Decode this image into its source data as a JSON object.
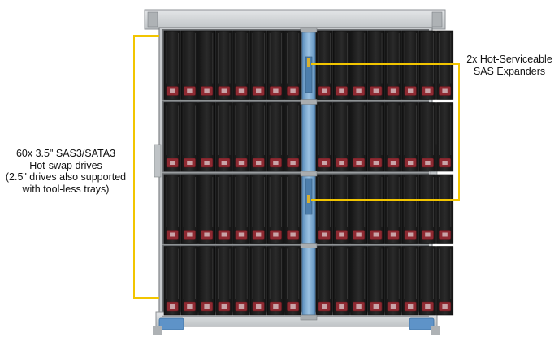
{
  "callouts": {
    "drives": {
      "lines": [
        "60x 3.5\" SAS3/SATA3",
        "Hot-swap drives",
        "(2.5\" drives also supported",
        "with tool-less trays)"
      ]
    },
    "expanders": {
      "lines": [
        "2x Hot-Serviceable",
        "SAS Expanders"
      ]
    }
  },
  "chassis": {
    "rows": 4,
    "bays_per_side": 8
  },
  "colors": {
    "callout": "#f2c500",
    "drive": "#1f1f1f",
    "drive_latch": "#8f2a32",
    "chassis": "#cfd2d4",
    "midplane": "#7aa8d0"
  }
}
